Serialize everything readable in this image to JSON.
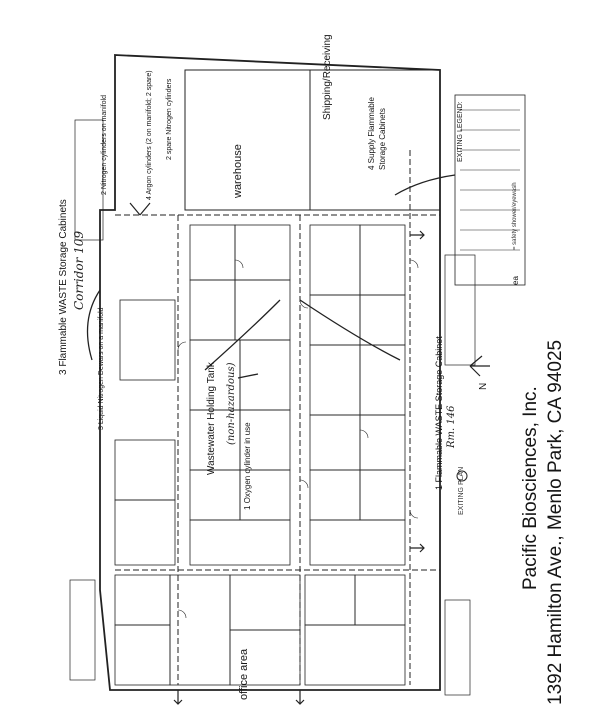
{
  "title": {
    "company": "Pacific Biosciences, Inc.",
    "address": "1392 Hamilton Ave., Menlo Park, CA 94025",
    "plan_name": "EXITING PLAN"
  },
  "areas": {
    "warehouse": "warehouse",
    "office": "office area",
    "shipping": "Shipping/Receiving",
    "corridor": "Corridor 109"
  },
  "annotations": {
    "n2_cylinders": "2 Nitrogen cylinders on manifold",
    "ar_cylinders": "4 Argon cylinders (2 on manifold; 2 spare)",
    "spare_n2": "2 spare Nitrogen cylinders",
    "flam_waste_3": "3 Flammable WASTE Storage Cabinets",
    "ln2_dewars": "3 Liquid Nitrogen Dewars on a manifold",
    "wastewater": "Wastewater Holding Tank",
    "non_haz": "(non-hazardous)",
    "oxygen": "1 Oxygen cylinder in use",
    "flam_waste_1": "1 Flammable WASTE Storage Cabinet",
    "rm146": "Rm. 146",
    "supply_flam": "4 Supply Flammable Storage Cabinets"
  },
  "legend": {
    "title": "EXITING LEGEND:",
    "safety": "= safety shower/eyewash",
    "symbol": "ea"
  },
  "north": "N"
}
